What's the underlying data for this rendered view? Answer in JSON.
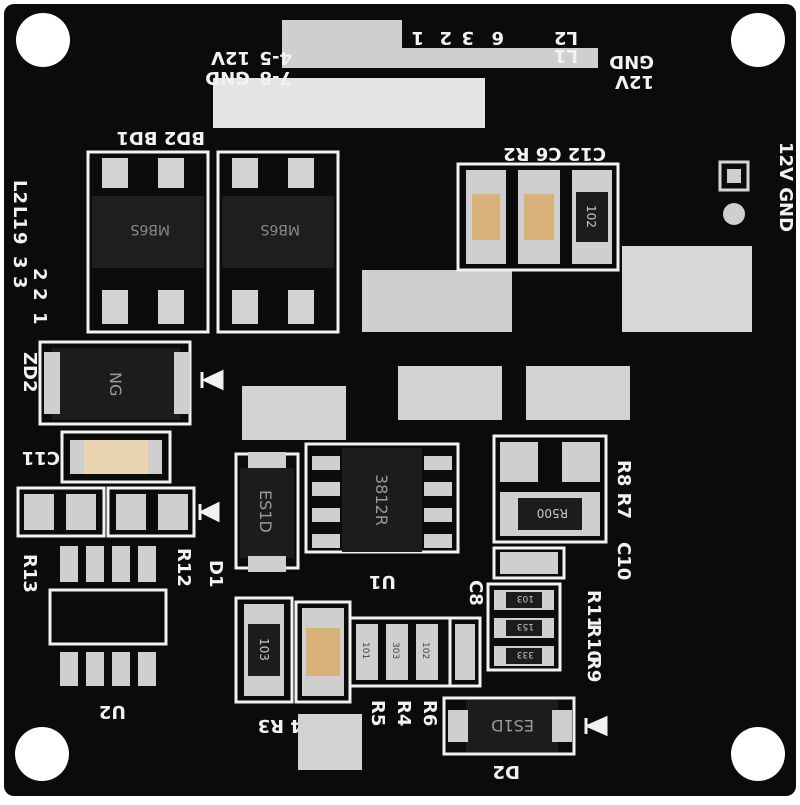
{
  "board": {
    "header_left": [
      "12V",
      "GND",
      "4-5",
      "7-8"
    ],
    "header_right": [
      "GND",
      "12V",
      "L2",
      "L1"
    ],
    "pin_numbers": [
      "6",
      "3",
      "2",
      "1"
    ],
    "power_label": "12V GND",
    "left_labels": [
      "L2",
      "L1",
      "9",
      "3",
      "3",
      "2",
      "2",
      "1"
    ]
  },
  "designators": {
    "bd": "BD2 BD1",
    "c12c6r2": "C12  C6  R2",
    "zd2": "ZD2",
    "c11": "C11",
    "r13": "R13",
    "r12": "R12",
    "d1": "D1",
    "u2": "U2",
    "u1": "U1",
    "c8": "C8",
    "r8r7": "R8 R7",
    "c10": "C10",
    "r11": "R11",
    "r10": "R10",
    "r9": "R9",
    "c4r3": "C4 R3",
    "r5": "R5",
    "r4": "R4",
    "r6": "R6",
    "d2": "D2"
  },
  "parts": {
    "bridge1": "MB6S",
    "bridge2": "MB6S",
    "zener": "NG",
    "diode_left": "ES1D",
    "diode_bottom": "ES1D",
    "ic": "3812R",
    "res_102": "102",
    "res_103": "103",
    "res_r500": "R500",
    "small_res": [
      "101",
      "303",
      "102"
    ],
    "tiny_codes": [
      "103",
      "153",
      "333"
    ]
  },
  "colors": {
    "pcb": "#0b0b0b",
    "silkscreen": "#f2f2f2",
    "pad": "#c9c9c9",
    "component": "#1e1e1e",
    "capacitor": "#d9b27a"
  }
}
